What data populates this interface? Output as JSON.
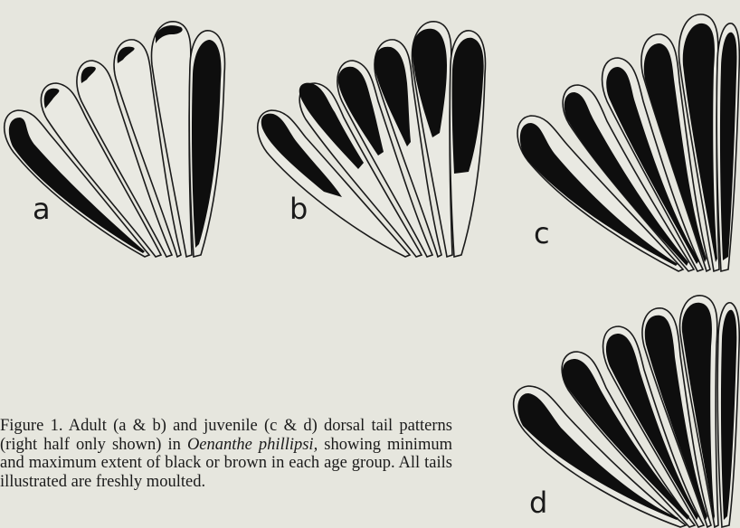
{
  "figure": {
    "panels": [
      {
        "id": "a",
        "label": "a",
        "age_group": "adult",
        "extent": "minimum"
      },
      {
        "id": "b",
        "label": "b",
        "age_group": "adult",
        "extent": "maximum"
      },
      {
        "id": "c",
        "label": "c",
        "age_group": "juvenile",
        "extent": "minimum"
      },
      {
        "id": "d",
        "label": "d",
        "age_group": "juvenile",
        "extent": "maximum"
      }
    ],
    "caption": {
      "part1": "Figure 1.  Adult (a & b) and juvenile (c & d) dorsal tail patterns (right half only shown) in ",
      "species": "Oenanthe phillipsi,",
      "part2": " showing minimum and maximum extent of black or brown in each age group. All tails illustrated are freshly moulted."
    }
  },
  "colors": {
    "background": "#e6e6de",
    "feather_outline": "#1a1a1a",
    "feather_fill": "#e9e9e2",
    "pigment": "#0e0e0e"
  }
}
